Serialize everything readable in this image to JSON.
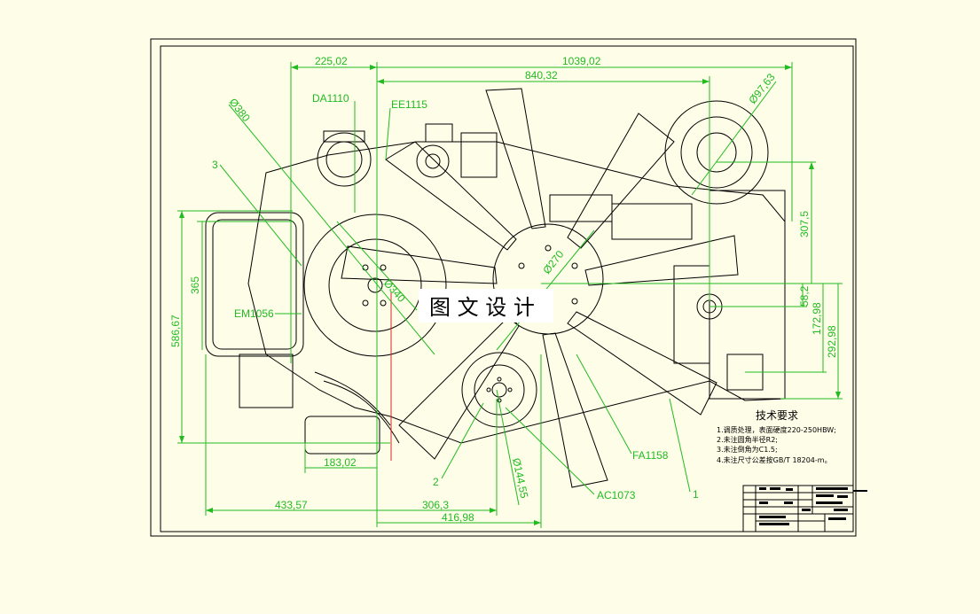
{
  "watermark": "图 文 设 计",
  "dimensions": {
    "d225": "225,02",
    "d1039": "1039,02",
    "d840": "840,32",
    "d380": "Ø380",
    "d97": "Ø97,63",
    "d307": "307,5",
    "d340": "Ø340",
    "d270": "Ø270",
    "d365": "365",
    "d586": "586,67",
    "d58": "58,2",
    "d172": "172,98",
    "d292": "292,98",
    "d183": "183,02",
    "d144": "Ø144,55",
    "d433": "433,57",
    "d306": "306,3",
    "d416": "416,98"
  },
  "labels": {
    "da1110": "DA1110",
    "ee1115": "EE1115",
    "em1056": "EM1056",
    "fa1158": "FA1158",
    "ac1073": "AC1073",
    "part3": "3",
    "part2": "2",
    "part1": "1"
  },
  "notes": {
    "title": "技术要求",
    "items": [
      "1.调质处理，表面硬度220-250HBW;",
      "2.未注圆角半径R2;",
      "3.未注倒角为C1.5;",
      "4.未注尺寸公差按GB/T 18204-m。"
    ]
  },
  "colors": {
    "background": "#fdfde8",
    "dimension": "#22bb22",
    "outline": "#000000",
    "accent": "#dd2222"
  }
}
